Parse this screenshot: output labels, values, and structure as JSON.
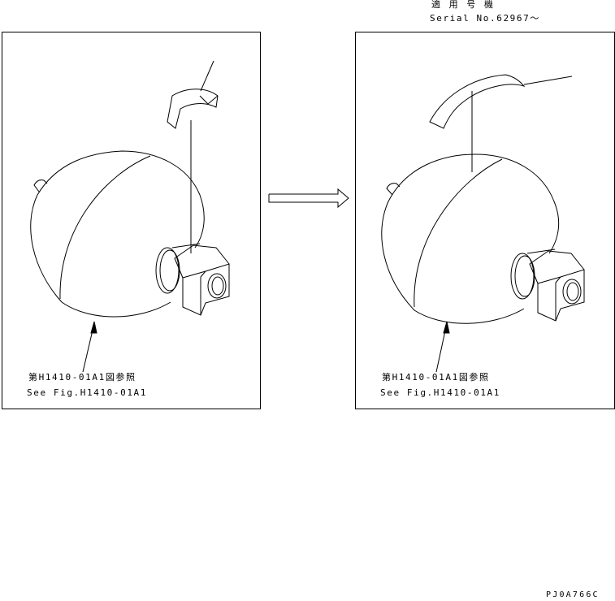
{
  "header": {
    "applicable_label": "適 用 号 機",
    "serial_label": "Serial No.62967～"
  },
  "left_panel": {
    "ref_jp": "第H1410-01A1図参照",
    "ref_en": "See Fig.H1410-01A1"
  },
  "right_panel": {
    "ref_jp": "第H1410-01A1図参照",
    "ref_en": "See Fig.H1410-01A1"
  },
  "footer": {
    "drawing_code": "PJ0A766C"
  }
}
